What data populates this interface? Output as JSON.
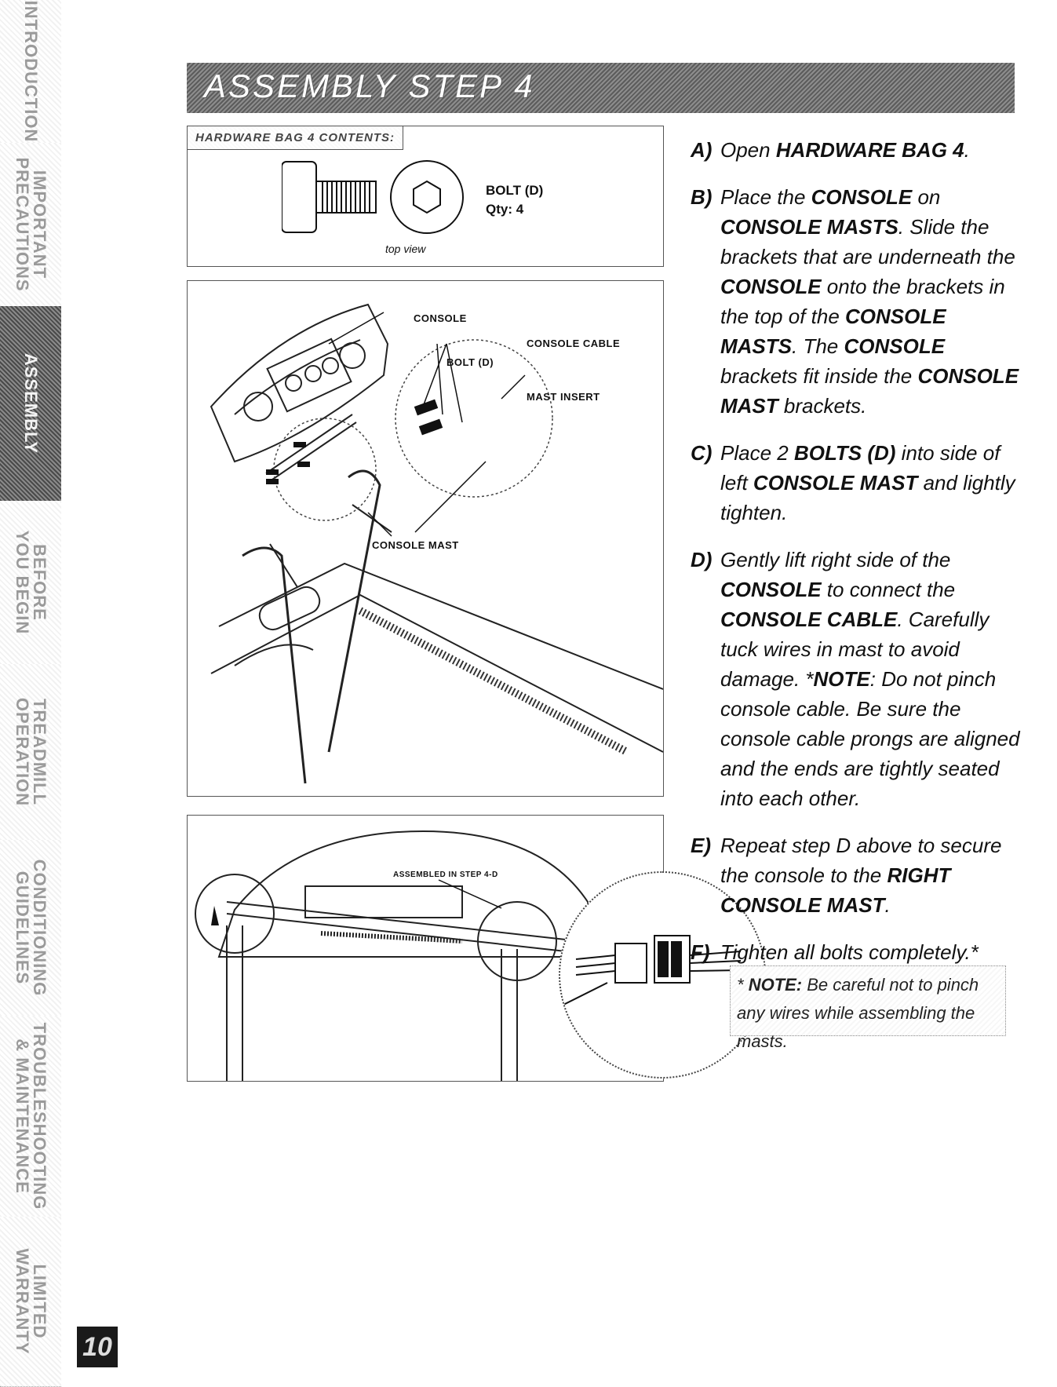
{
  "sidebar": {
    "tabs": [
      {
        "label": "INTRODUCTION",
        "active": false
      },
      {
        "label": "IMPORTANT\nPRECAUTIONS",
        "active": false
      },
      {
        "label": "ASSEMBLY",
        "active": true
      },
      {
        "label": "BEFORE\nYOU BEGIN",
        "active": false
      },
      {
        "label": "TREADMILL\nOPERATION",
        "active": false
      },
      {
        "label": "CONDITIONING\nGUIDELINES",
        "active": false
      },
      {
        "label": "TROUBLESHOOTING\n& MAINTENANCE",
        "active": false
      },
      {
        "label": "LIMITED\nWARRANTY",
        "active": false
      }
    ]
  },
  "header": {
    "title": "ASSEMBLY STEP 4"
  },
  "hardware": {
    "title": "HARDWARE BAG 4 CONTENTS:",
    "bolt_name": "BOLT (D)",
    "bolt_qty": "Qty: 4",
    "top_view": "top view"
  },
  "diagram1": {
    "callouts": {
      "console": "CONSOLE",
      "console_cable": "CONSOLE CABLE",
      "bolt": "BOLT (D)",
      "mast_insert": "MAST INSERT",
      "console_mast": "CONSOLE MAST"
    }
  },
  "diagram2": {
    "callout": "ASSEMBLED IN STEP 4-D"
  },
  "steps": {
    "a": {
      "letter": "A)",
      "t1": "Open ",
      "b1": "HARDWARE BAG 4",
      "t2": "."
    },
    "b": {
      "letter": "B)",
      "t1": "Place the ",
      "b1": "CONSOLE",
      "t2": " on ",
      "b2": "CONSOLE MASTS",
      "t3": ". Slide the brackets that are underneath the ",
      "b3": "CONSOLE",
      "t4": " onto the brackets in the top of the ",
      "b4": "CONSOLE MASTS",
      "t5": ". The ",
      "b5": "CONSOLE",
      "t6": " brackets fit inside the ",
      "b6": "CONSOLE MAST",
      "t7": " brackets."
    },
    "c": {
      "letter": "C)",
      "t1": "Place 2 ",
      "b1": "BOLTS (D)",
      "t2": " into side of left ",
      "b2": "CONSOLE MAST",
      "t3": " and lightly tighten."
    },
    "d": {
      "letter": "D)",
      "t1": "Gently lift right side of the ",
      "b1": "CONSOLE",
      "t2": " to connect the ",
      "b2": "CONSOLE CABLE",
      "t3": ". Carefully tuck wires in mast to avoid damage. *",
      "b3": "NOTE",
      "t4": ": Do not pinch console cable. Be sure the console cable prongs are aligned and the ends are tightly seated into each other."
    },
    "e": {
      "letter": "E)",
      "t1": "Repeat step D above to secure the console to the ",
      "b1": "RIGHT CONSOLE MAST",
      "t2": "."
    },
    "f": {
      "letter": "F)",
      "t1": "Tighten all bolts completely.*"
    }
  },
  "note": {
    "prefix": "* ",
    "bold": "NOTE:",
    "text": " Be careful not to pinch any wires while assembling the masts."
  },
  "page_number": "10"
}
